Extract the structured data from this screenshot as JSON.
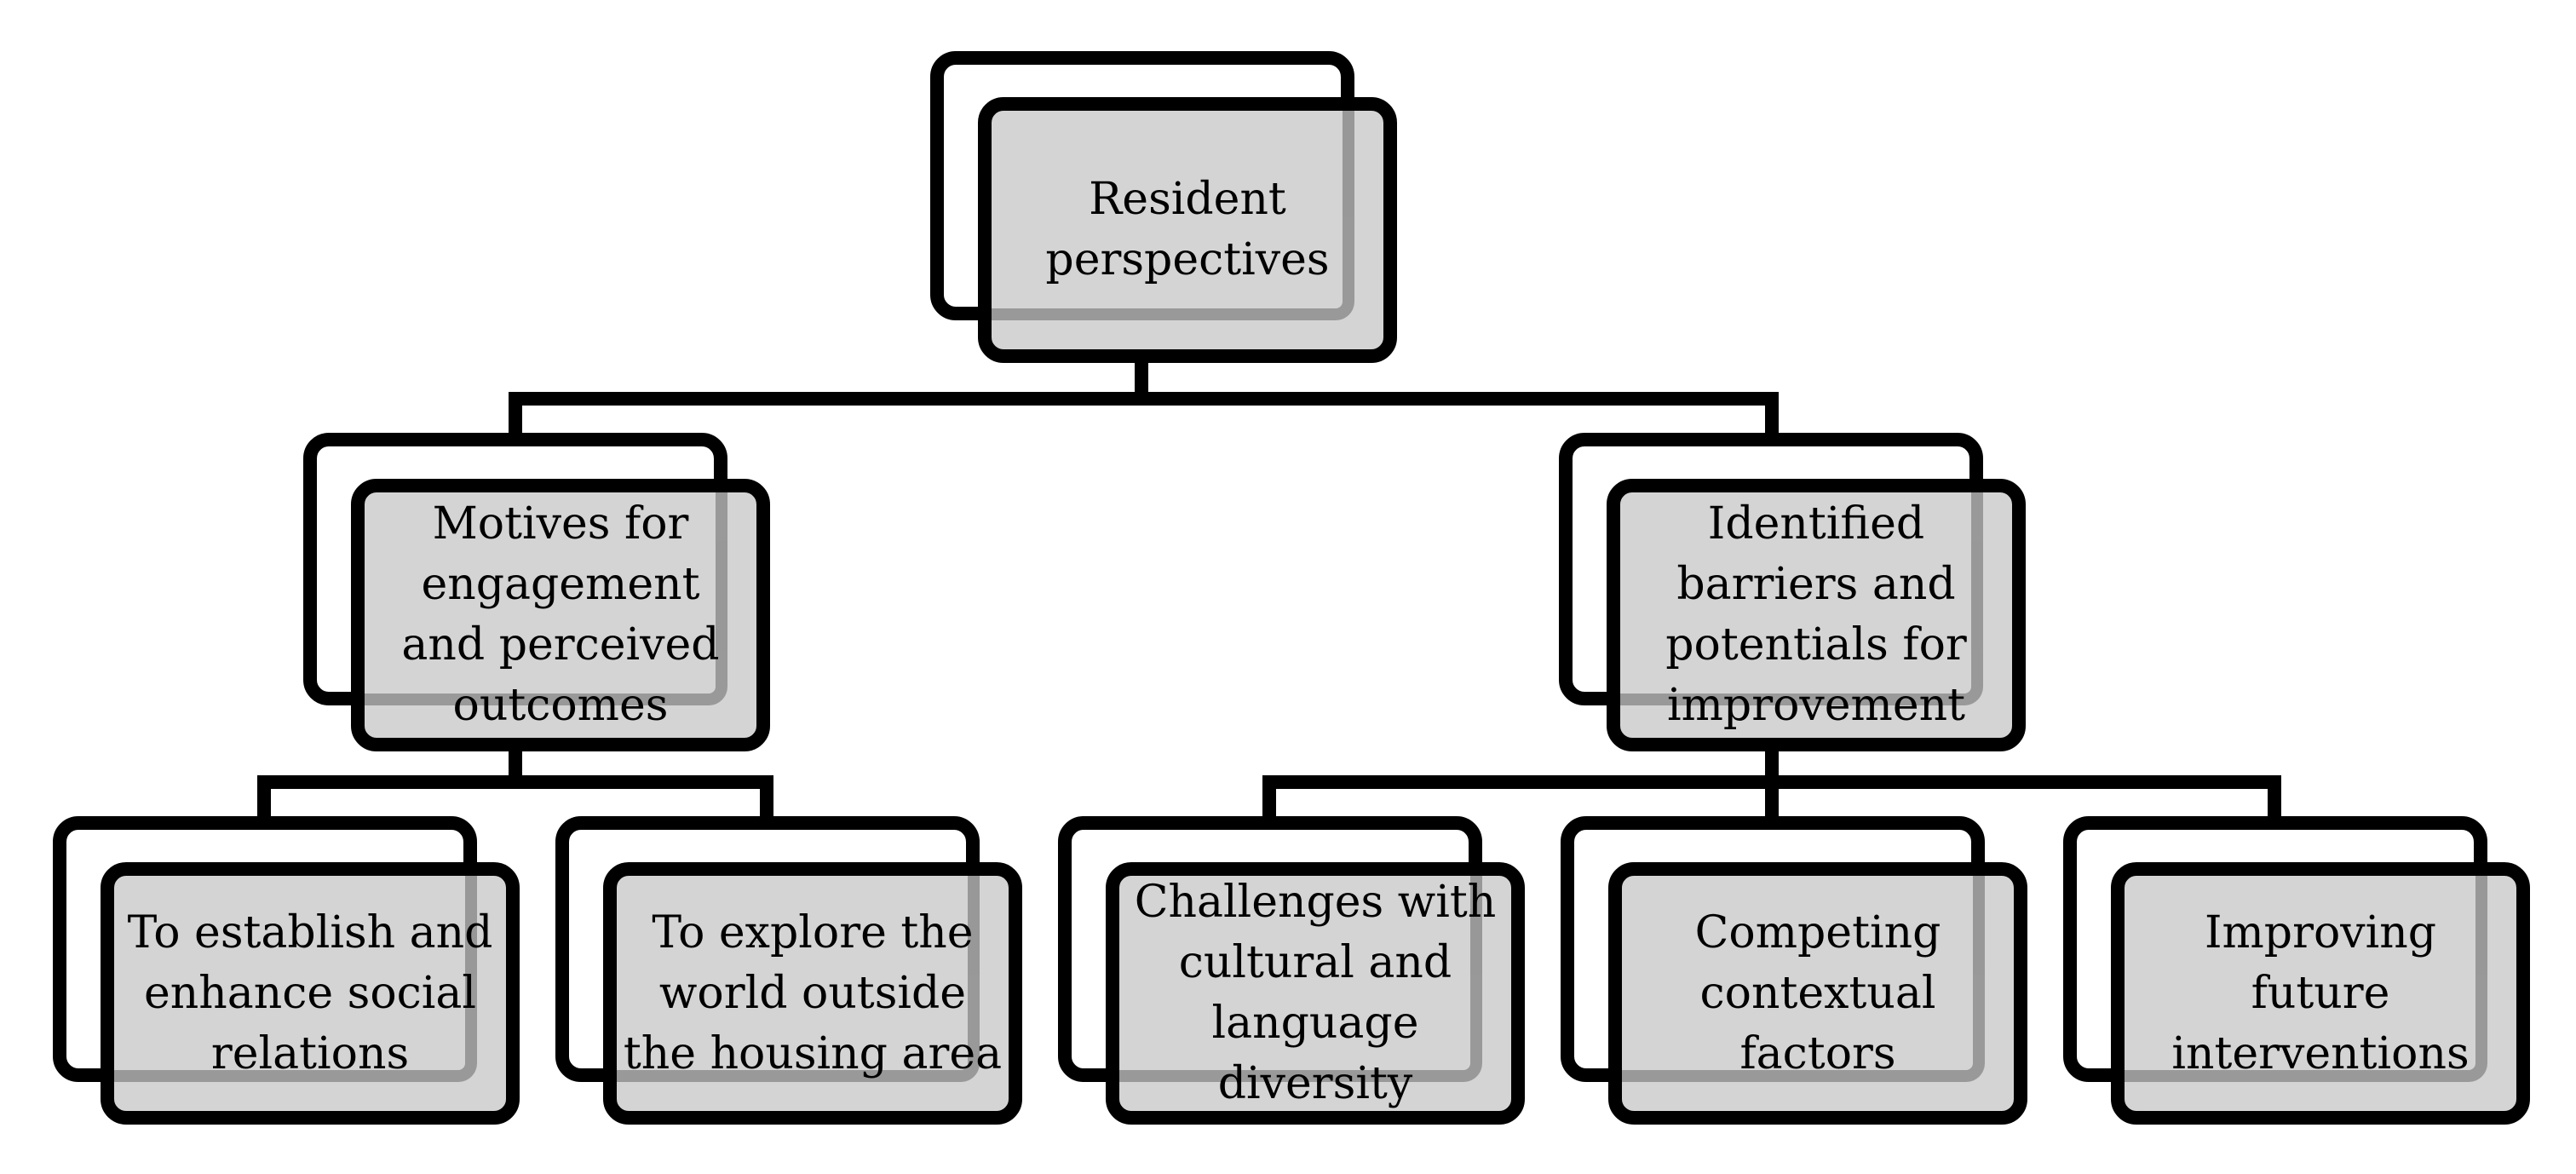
{
  "diagram": {
    "root": {
      "lines": [
        "Resident",
        "perspectives"
      ]
    },
    "branches": [
      {
        "lines": [
          "Motives for",
          "engagement",
          "and perceived",
          "outcomes"
        ],
        "children": [
          {
            "lines": [
              "To establish and",
              "enhance social",
              "relations"
            ]
          },
          {
            "lines": [
              "To explore the",
              "world outside",
              "the housing area"
            ]
          }
        ]
      },
      {
        "lines": [
          "Identified",
          "barriers and",
          "potentials for",
          "improvement"
        ],
        "children": [
          {
            "lines": [
              "Challenges with",
              "cultural and",
              "language",
              "diversity"
            ]
          },
          {
            "lines": [
              "Competing",
              "contextual",
              "factors"
            ]
          },
          {
            "lines": [
              "Improving",
              "future",
              "interventions"
            ]
          }
        ]
      }
    ],
    "colors": {
      "box_fill": "#d4d4d4",
      "back_fill": "#ffffff",
      "outline": "#000000",
      "background": "#ffffff"
    }
  }
}
